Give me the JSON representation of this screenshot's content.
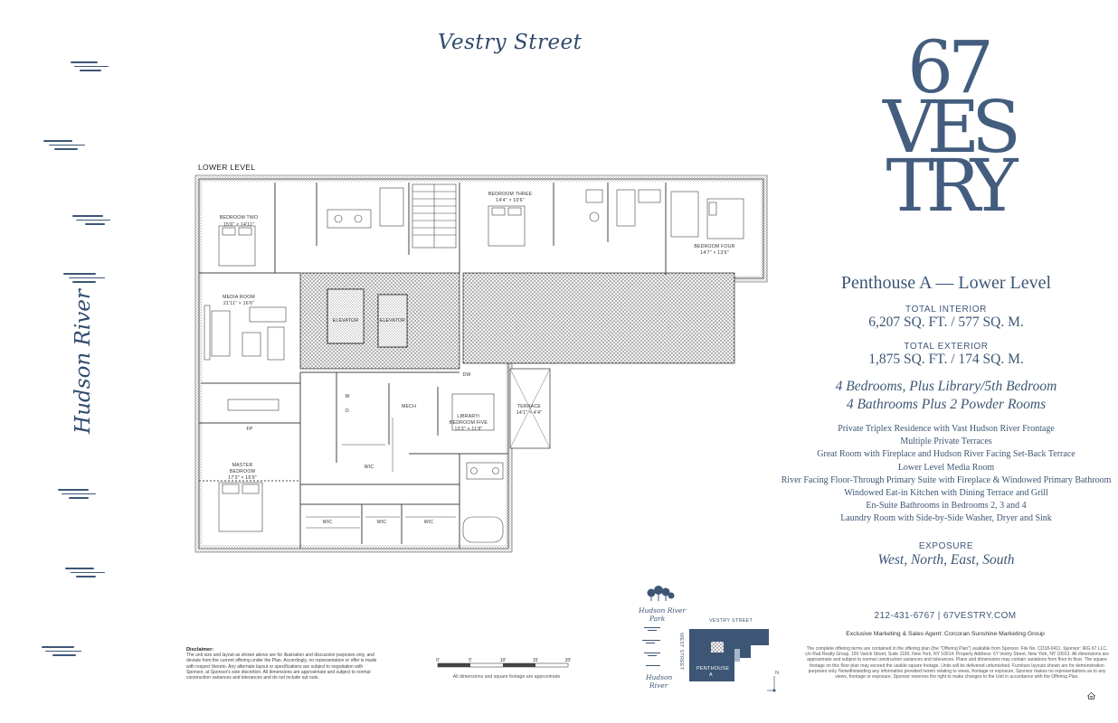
{
  "streets": {
    "top": "Vestry Street",
    "side": "Hudson River"
  },
  "level_label": "LOWER LEVEL",
  "rooms": {
    "bedroom_two": "BEDROOM TWO",
    "bedroom_two_dim": "15'6\" × 14'11\"",
    "bedroom_three": "BEDROOM THREE",
    "bedroom_three_dim": "14'4\" × 10'6\"",
    "bedroom_four": "BEDROOM FOUR",
    "bedroom_four_dim": "14'7\" × 13'6\"",
    "media_room": "MEDIA ROOM",
    "media_room_dim": "21'11\" × 16'6\"",
    "elevator": "ELEVATOR",
    "elevator2": "ELEVATOR",
    "library": "LIBRARY/",
    "library2": "BEDROOM FIVE",
    "library_dim": "13'3\" × 11'8\"",
    "terrace": "TERRACE",
    "terrace_dim": "14'1\" × 4'4\"",
    "master": "MASTER",
    "master2": "BEDROOM",
    "master_dim": "17'3\" × 16'9\"",
    "mech": "MECH",
    "wic": "WIC",
    "fp": "FP",
    "w": "W",
    "d": "D",
    "dw": "DW"
  },
  "logo": {
    "line1": "67",
    "line2": "VES",
    "line3": "TRY"
  },
  "info": {
    "title": "Penthouse A — Lower Level",
    "interior_label": "TOTAL INTERIOR",
    "interior_value": "6,207 SQ. FT.  /  577 SQ. M.",
    "exterior_label": "TOTAL EXTERIOR",
    "exterior_value": "1,875 SQ. FT.  /  174 SQ. M.",
    "bedrooms": "4 Bedrooms, Plus Library/5th Bedroom",
    "bathrooms": "4 Bathrooms Plus 2 Powder Rooms",
    "features": [
      "Private Triplex Residence with Vast Hudson River Frontage",
      "Multiple Private Terraces",
      "Great Room with Fireplace and Hudson River Facing Set-Back Terrace",
      "Lower Level Media Room",
      "River Facing Floor-Through Primary Suite with Fireplace & Windowed Primary Bathroom",
      "Windowed Eat-in Kitchen with Dining Terrace and Grill",
      "En-Suite Bathrooms in Bedrooms 2, 3 and 4",
      "Laundry Room with Side-by-Side Washer, Dryer and Sink"
    ],
    "exposure_label": "EXPOSURE",
    "exposure_value": "West, North, East, South"
  },
  "contact": {
    "phone": "212-431-6767  |  67VESTRY.COM",
    "agent": "Exclusive Marketing & Sales Agent: Corcoran Sunshine Marketing Group",
    "fine_print": "The complete offering terms are contained in the offering plan (the \"Offering Plan\") available from Sponsor. File No. CD18-0411. Sponsor: IRG 67 LLC, c/o Rad Realty Group, 150 Varick Street, Suite 1100, New York, NY 10014. Property Address: 67 Vestry Street, New York, NY 10013. All dimensions are approximate and subject to normal construction variances and tolerances. Plans and dimensions may contain variations from floor to floor. The square footage on this floor plan may exceed the usable square footage. Units will be delivered unfurnished. Furniture layouts shown are for demonstration purposes only. Notwithstanding any information provided herein relating to views, frontage or exposure, Sponsor makes no representations as to any views, frontage or exposure. Sponsor reserves the right to make changes to the Unit in accordance with the Offering Plan."
  },
  "disclaimer": {
    "heading": "Disclaimer:",
    "text": "The unit size and layout as shown above are for illustration and discussion purposes only, and deviate from the current offering under the Plan. Accordingly, no representation or offer is made with respect thereto. Any alternate layout or specifications are subject to negotiation with Sponsor, at Sponsor's sole discretion. All dimensions are approximate and subject to normal construction variances and tolerances and do not include out outs."
  },
  "scale": {
    "ticks": [
      "0'",
      "5'",
      "10'",
      "15'",
      "20'"
    ],
    "note": "All dimensions and square footage are approximate"
  },
  "key_map": {
    "park": "Hudson River Park",
    "park1": "Hudson River",
    "park2": "Park",
    "river1": "Hudson",
    "river2": "River",
    "vestry": "VESTRY STREET",
    "west": "WEST STREET",
    "unit1": "PENTHOUSE",
    "unit2": "A",
    "north": "N"
  },
  "colors": {
    "accent": "#3d5675",
    "logo": "#435d7e",
    "wall": "#444444"
  }
}
